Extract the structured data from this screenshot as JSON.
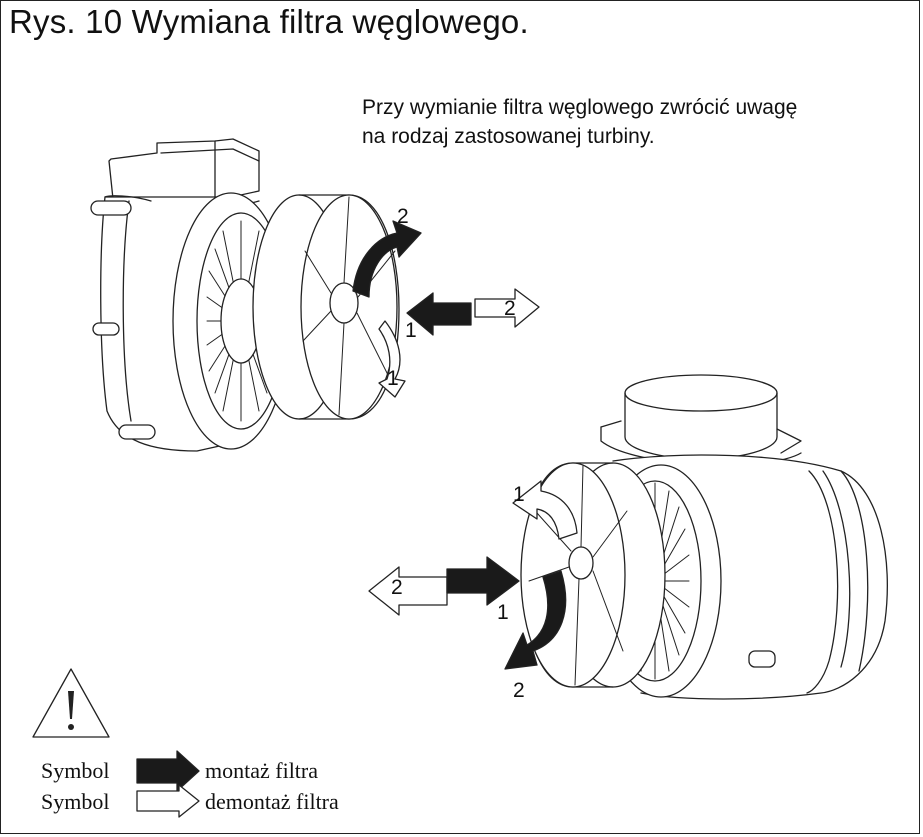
{
  "title": "Rys. 10 Wymiana filtra węglowego.",
  "note": {
    "line1": "Przy wymianie filtra węglowego zwrócić uwagę",
    "line2": "na rodzaj zastosowanej turbiny."
  },
  "step_labels": {
    "top_rotate_2": "2",
    "top_rotate_1": "1",
    "top_push_1": "1",
    "top_pull_2": "2",
    "bottom_rotate_1": "1",
    "bottom_pull_2": "2",
    "bottom_push_1": "1",
    "bottom_rotate_2": "2"
  },
  "legend": {
    "row1": {
      "symbol": "Symbol",
      "text": "montaż filtra"
    },
    "row2": {
      "symbol": "Symbol",
      "text": "demontaż filtra"
    }
  },
  "icons": {
    "warning": "warning-triangle-icon",
    "install": "filled-arrow-icon",
    "remove": "outline-arrow-icon"
  },
  "colors": {
    "line": "#222222",
    "fill_dark": "#1a1a1a",
    "background": "#ffffff"
  }
}
